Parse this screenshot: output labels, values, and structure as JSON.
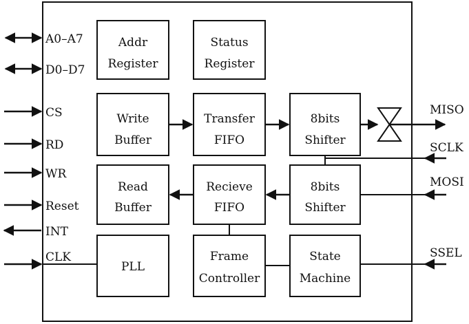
{
  "signals": {
    "a0_a7": "A0–A7",
    "d0_d7": "D0–D7",
    "cs": "CS",
    "rd": "RD",
    "wr": "WR",
    "reset": "Reset",
    "int": "INT",
    "clk": "CLK",
    "miso": "MISO",
    "sclk": "SCLK",
    "mosi": "MOSI",
    "ssel": "SSEL"
  },
  "blocks": {
    "addr_register": [
      "Addr",
      "Register"
    ],
    "status_register": [
      "Status",
      "Register"
    ],
    "write_buffer": [
      "Write",
      "Buffer"
    ],
    "transfer_fifo": [
      "Transfer",
      "FIFO"
    ],
    "tx_shifter": [
      "8bits",
      "Shifter"
    ],
    "read_buffer": [
      "Read",
      "Buffer"
    ],
    "recieve_fifo": [
      "Recieve",
      "FIFO"
    ],
    "rx_shifter": [
      "8bits",
      "Shifter"
    ],
    "pll": [
      "PLL"
    ],
    "frame_controller": [
      "Frame",
      "Controller"
    ],
    "state_machine": [
      "State",
      "Machine"
    ]
  }
}
